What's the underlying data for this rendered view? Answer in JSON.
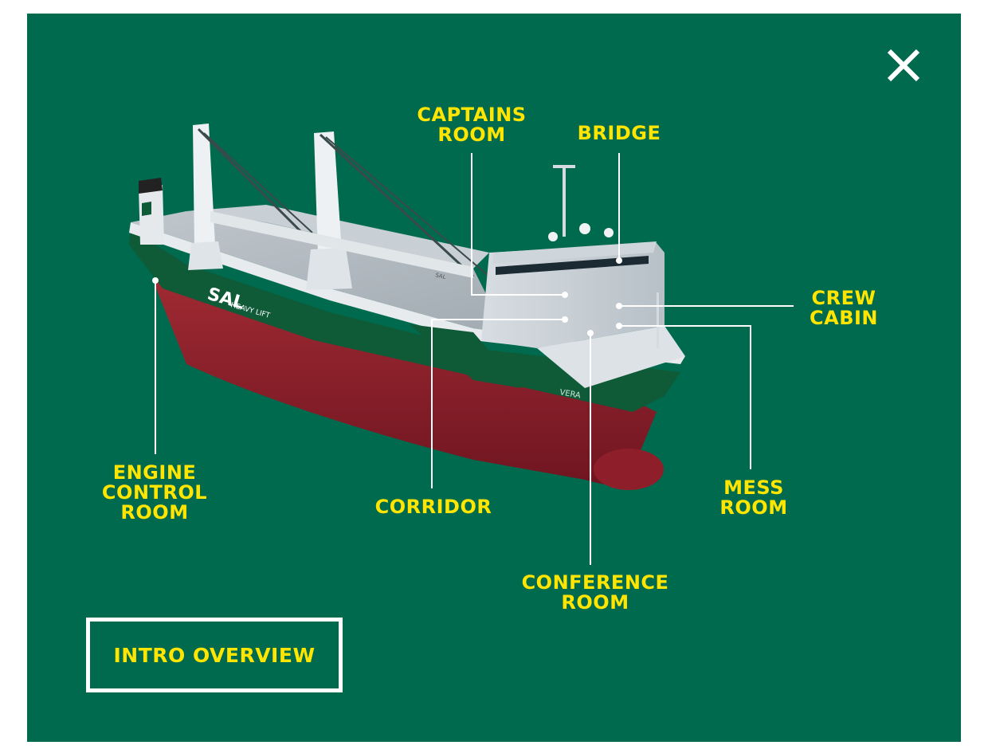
{
  "labels": {
    "captains_room": [
      "CAPTAINS",
      "ROOM"
    ],
    "bridge": [
      "BRIDGE"
    ],
    "crew_cabin": [
      "CREW",
      "CABIN"
    ],
    "engine_control_room": [
      "ENGINE",
      "CONTROL",
      "ROOM"
    ],
    "corridor": [
      "CORRIDOR"
    ],
    "mess_room": [
      "MESS",
      "ROOM"
    ],
    "conference_room": [
      "CONFERENCE",
      "ROOM"
    ]
  },
  "ship_markings": {
    "hull_brand": "SAL",
    "hull_subbrand": "HEAVY LIFT",
    "ship_name": "VERA",
    "crane_label": "SAL"
  },
  "intro_button_label": "INTRO OVERVIEW",
  "colors": {
    "background": "#006a4e",
    "label": "#ffe500",
    "hull_red": "#8b1f28",
    "hull_green": "#0f5a37"
  },
  "icons": {
    "close": "close-icon"
  }
}
